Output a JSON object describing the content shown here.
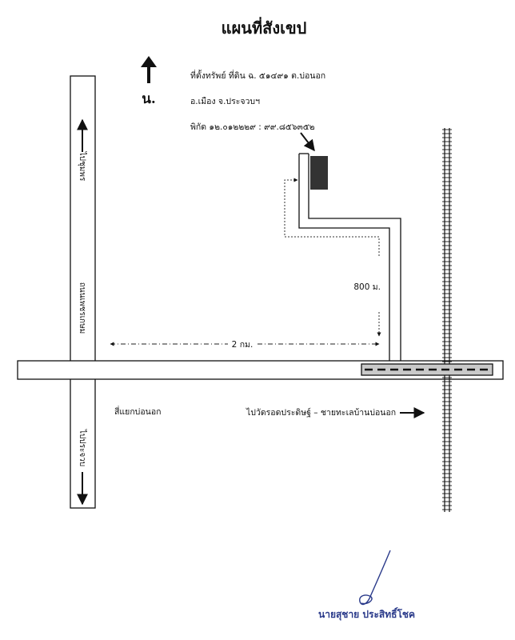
{
  "title": "แผนที่สังเขป",
  "north": {
    "label": "น.",
    "icon": "north-arrow-icon"
  },
  "info": {
    "line1": "ที่ตั้งทรัพย์ ที่ดิน ฉ. ๕๑๔๙๑ ต.บ่อนอก",
    "line2": "อ.เมือง จ.ประจวบฯ",
    "line3": "พิกัด ๑๒.๐๑๒๒๒๙ : ๙๙.๘๕๖๓๕๒"
  },
  "roads": {
    "highway_name": "ถนนเพชรเกษม",
    "to_north": "ไปชุมพร",
    "to_south": "ไปประจวบ",
    "intersection": "สี่แยกบ่อนอก",
    "to_east": "ไปวัดรอดประดิษฐ์ – ชายทะเลบ้านบ่อนอก"
  },
  "distances": {
    "side_road": "800 ม.",
    "main_road": "2 กม."
  },
  "signature": {
    "name": "นายสุชาย  ประสิทธิ์โชค"
  },
  "colors": {
    "ink": "#111111",
    "property": "#333333",
    "signature": "#2a3a8a"
  }
}
